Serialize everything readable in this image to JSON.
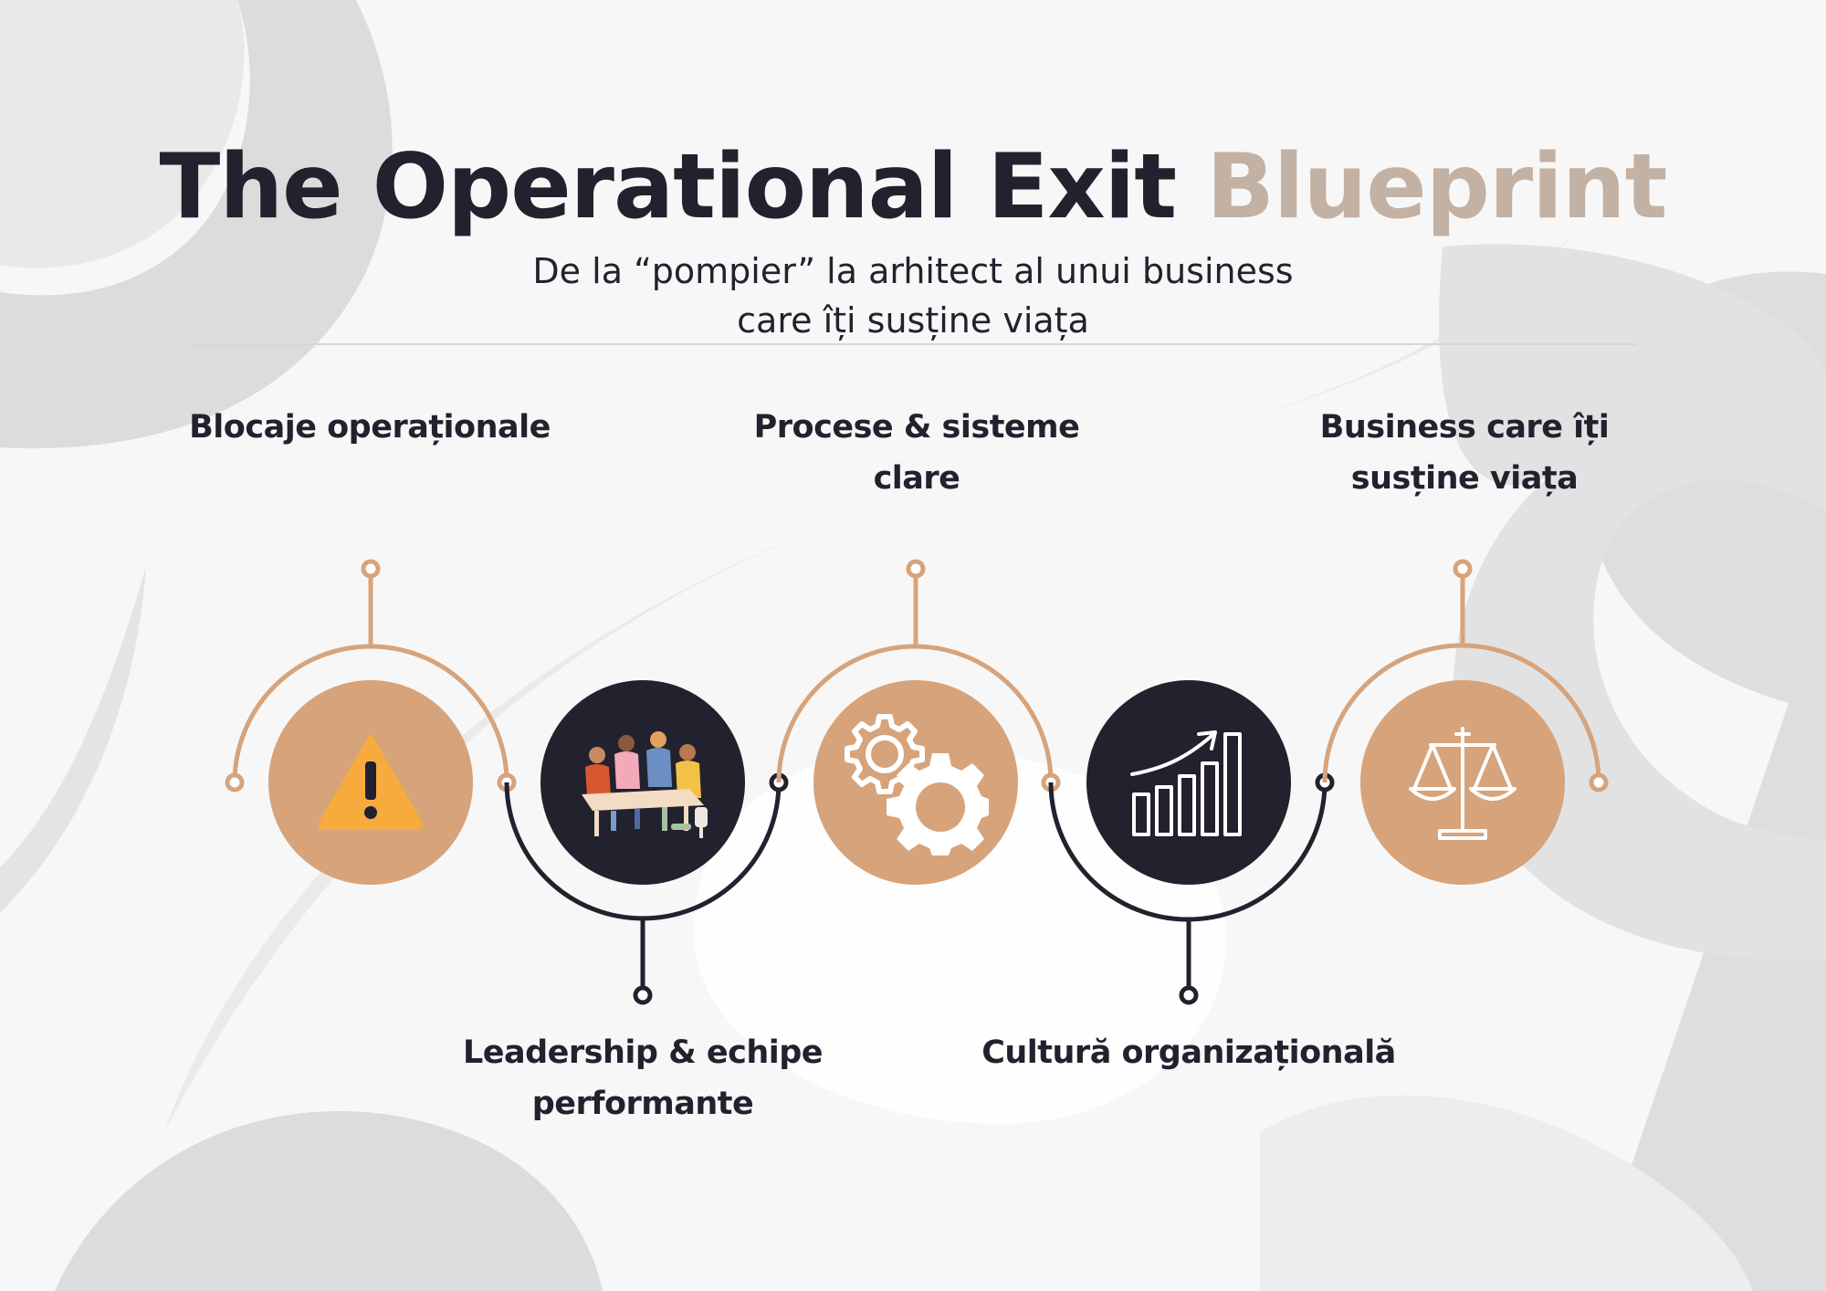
{
  "title": {
    "main": "The Operational Exit",
    "accent": "Blueprint"
  },
  "subtitle": {
    "line1": "De la “pompier” la arhitect al unui business",
    "line2": "care îți susține viața"
  },
  "steps": [
    {
      "label_line1": "Blocaje operaționale",
      "label_line2": "",
      "icon": "warning-icon",
      "color": "#d6a37b"
    },
    {
      "label_line1": "Leadership & echipe",
      "label_line2": "performante",
      "icon": "team-meeting-icon",
      "color": "#22212e"
    },
    {
      "label_line1": "Procese & sisteme",
      "label_line2": "clare",
      "icon": "gears-icon",
      "color": "#d6a37b"
    },
    {
      "label_line1": "Cultură organizațională",
      "label_line2": "",
      "icon": "growth-chart-icon",
      "color": "#22212e"
    },
    {
      "label_line1": "Business care îți",
      "label_line2": "susține viața",
      "icon": "balance-scale-icon",
      "color": "#d6a37b"
    }
  ],
  "colors": {
    "tan": "#d6a37b",
    "dark": "#22212e",
    "accent": "#c3b1a3",
    "warning": "#f7ab3c"
  }
}
